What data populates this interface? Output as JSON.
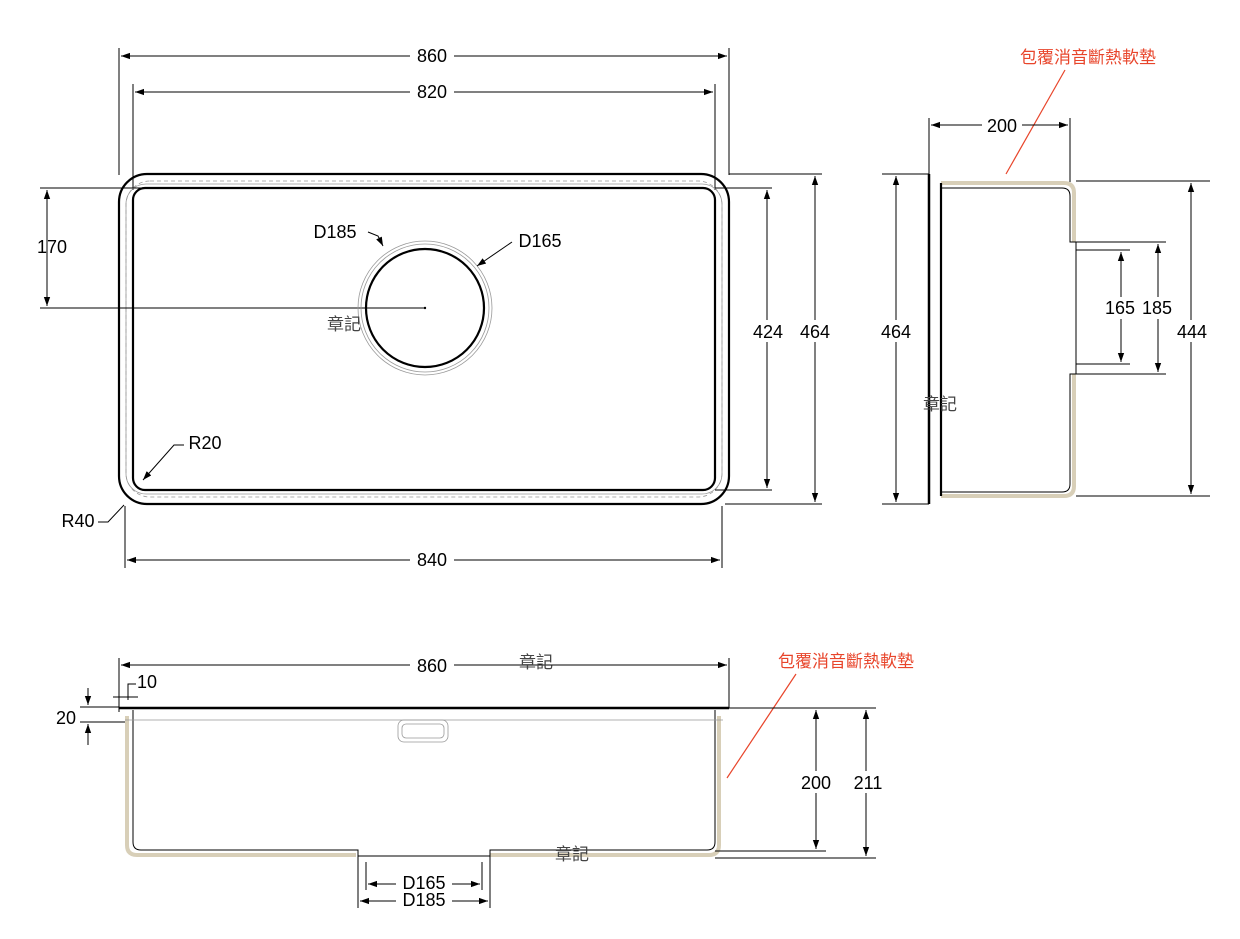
{
  "colors": {
    "accent": "#e8452b",
    "pad": "#d8cfb8",
    "line": "#000000"
  },
  "top_view": {
    "dim_overall_width": "860",
    "dim_inner_width": "820",
    "dim_bottom_width": "840",
    "dim_drain_offset": "170",
    "dim_outer_depth": "464",
    "dim_inner_depth": "424",
    "drain_outer": "D185",
    "drain_inner": "D165",
    "mark": "章記",
    "radius_inner": "R20",
    "radius_outer": "R40"
  },
  "side_view": {
    "pad_label": "包覆消音斷熱軟墊",
    "dim_depth": "200",
    "dim_flange": "464",
    "dim_total": "444",
    "dim_drain_inner": "165",
    "dim_drain_outer": "185",
    "mark": "章記"
  },
  "front_view": {
    "pad_label": "包覆消音斷熱軟墊",
    "dim_width": "860",
    "dim_edge": "10",
    "dim_rim": "20",
    "dim_depth": "200",
    "dim_total": "211",
    "drain_inner": "D165",
    "drain_outer": "D185",
    "mark_top": "章記",
    "mark_bottom": "章記"
  }
}
